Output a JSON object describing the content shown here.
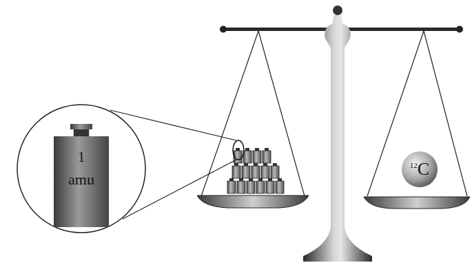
{
  "diagram": {
    "nodes": [
      {
        "text": [
          "1",
          "amu"
        ]
      },
      {
        "text": [
          "12",
          "C"
        ]
      }
    ]
  }
}
